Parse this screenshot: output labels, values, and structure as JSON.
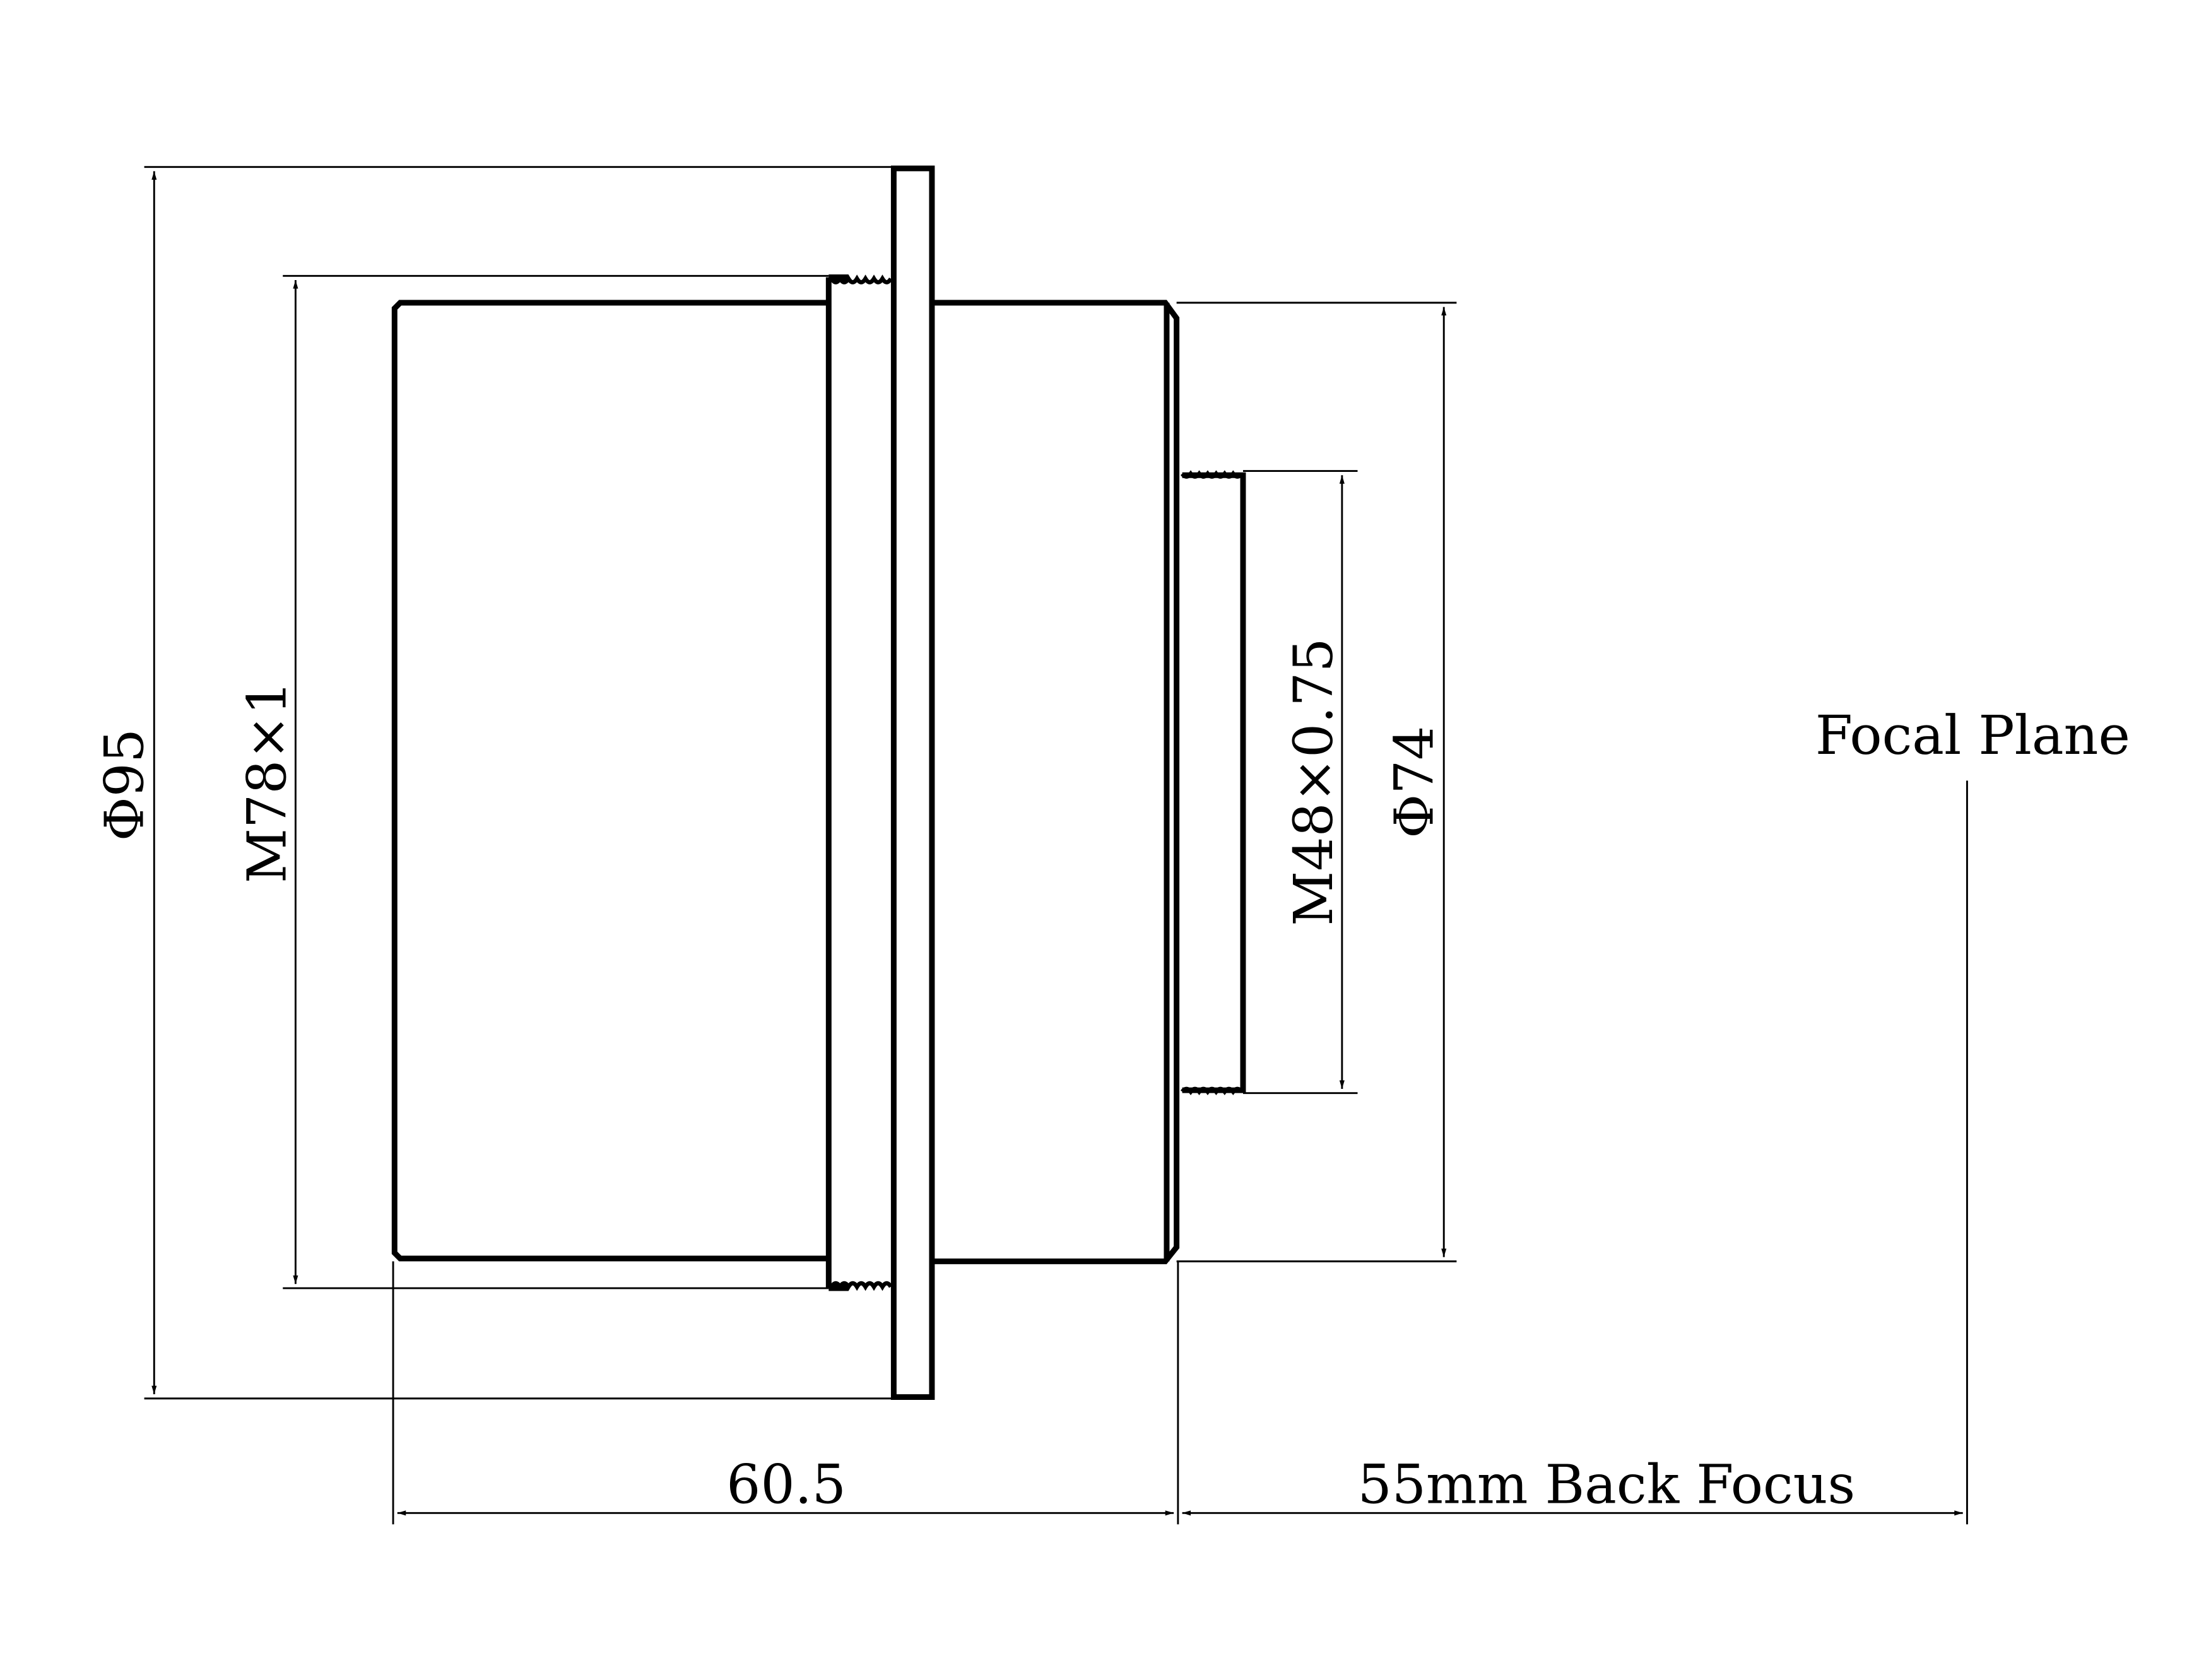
{
  "diagram": {
    "title": "Adapter side-view dimension drawing",
    "colors": {
      "line": "#000000",
      "background": "#ffffff"
    },
    "labels": {
      "outer_diameter": "Φ95",
      "rear_thread": "M78×1",
      "front_thread": "M48×0.75",
      "body_diameter": "Φ74",
      "length": "60.5",
      "back_focus": "55mm Back Focus",
      "focal_plane": "Focal Plane"
    }
  }
}
